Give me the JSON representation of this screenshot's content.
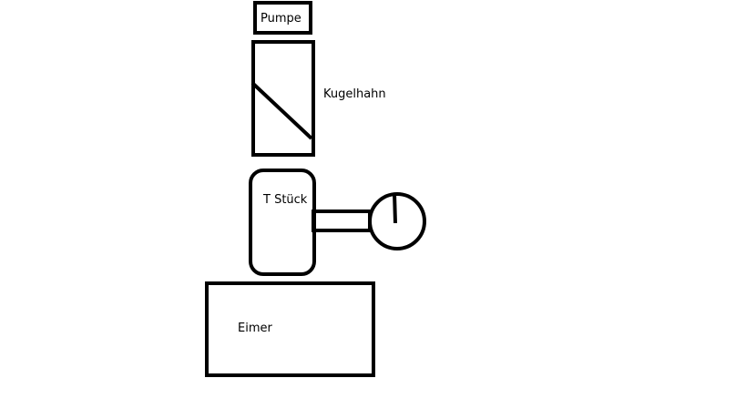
{
  "labels": {
    "pump": "Pumpe",
    "ball_valve": "Kugelhahn",
    "tee": "T Stück",
    "bucket": "Eimer"
  },
  "colors": {
    "background": "#ffffff",
    "stroke": "#000000"
  }
}
